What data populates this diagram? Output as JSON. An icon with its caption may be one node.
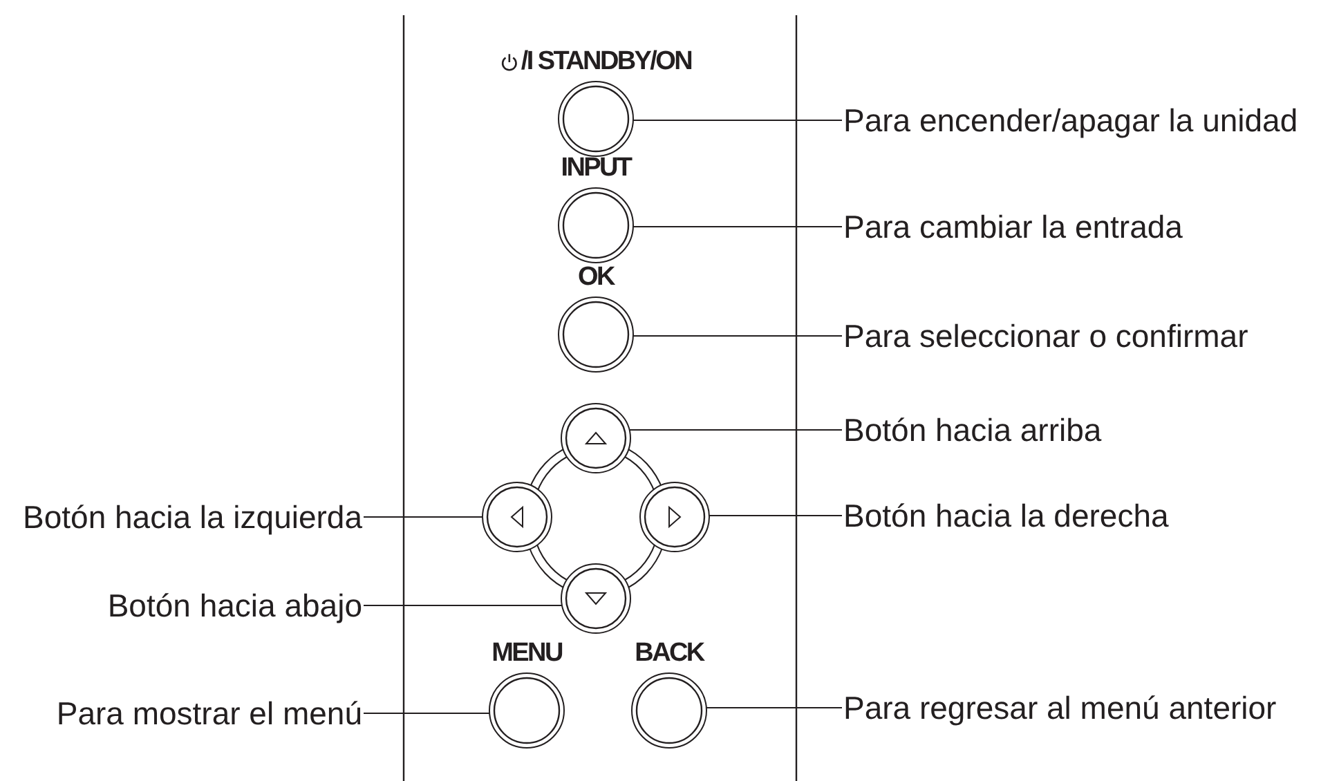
{
  "diagram": {
    "nodes": [
      {
        "text": [
          "/I STANDBY/ON"
        ]
      },
      {
        "text": [
          "Para encender/apagar la unidad"
        ]
      },
      {
        "text": [
          "INPUT"
        ]
      },
      {
        "text": [
          "Para cambiar la entrada"
        ]
      },
      {
        "text": [
          "OK"
        ]
      },
      {
        "text": [
          "Para seleccionar o confirmar"
        ]
      },
      {
        "text": [],
        "shape": "circle"
      },
      {
        "text": [
          "Botón hacia arriba"
        ]
      },
      {
        "text": [
          "Botón hacia la izquierda"
        ]
      },
      {
        "text": [],
        "shape": "circle"
      },
      {
        "text": [],
        "shape": "circle"
      },
      {
        "text": [
          "Botón hacia la derecha"
        ]
      },
      {
        "text": [
          "Botón hacia abajo"
        ]
      },
      {
        "text": [],
        "shape": "circle"
      },
      {
        "text": [
          "Para mostrar el menú"
        ]
      },
      {
        "text": [
          "MENU"
        ]
      },
      {
        "text": [
          "BACK"
        ]
      },
      {
        "text": [
          "Para regresar al menú anterior"
        ]
      }
    ],
    "edges": [
      {
        "from": 1,
        "to": 0,
        "arrow": "none"
      },
      {
        "from": 3,
        "to": 2,
        "arrow": "none"
      },
      {
        "from": 5,
        "to": 4,
        "arrow": "none"
      },
      {
        "from": 7,
        "to": 6,
        "arrow": "none"
      },
      {
        "from": 8,
        "to": 9,
        "arrow": "none"
      },
      {
        "from": 11,
        "to": 10,
        "arrow": "none"
      },
      {
        "from": 12,
        "to": 13,
        "arrow": "none"
      },
      {
        "from": 14,
        "to": 15,
        "arrow": "none"
      },
      {
        "from": 17,
        "to": 16,
        "arrow": "none"
      }
    ]
  }
}
